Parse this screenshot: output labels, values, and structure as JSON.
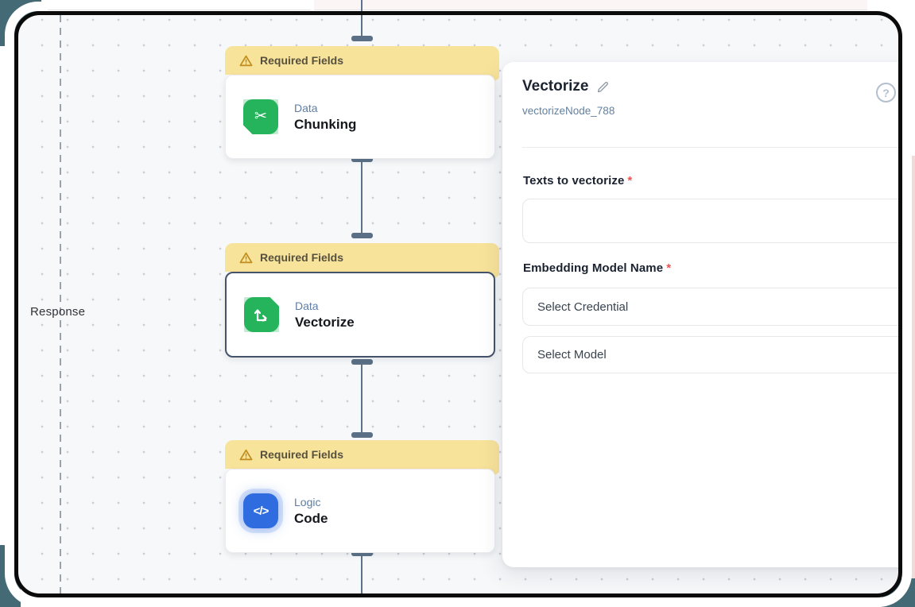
{
  "canvas": {
    "response_label": "Response"
  },
  "nodes": [
    {
      "banner": "Required Fields",
      "category": "Data",
      "title": "Chunking",
      "icon": "scissors-chunk-icon",
      "selected": false
    },
    {
      "banner": "Required Fields",
      "category": "Data",
      "title": "Vectorize",
      "icon": "vector-axes-icon",
      "selected": true
    },
    {
      "banner": "Required Fields",
      "category": "Logic",
      "title": "Code",
      "icon": "code-brackets-icon",
      "selected": false
    }
  ],
  "panel": {
    "title": "Vectorize",
    "node_id": "vectorizeNode_788",
    "help_glyph": "?",
    "required_marker": "*",
    "fields": [
      {
        "label": "Texts to vectorize",
        "value": ""
      },
      {
        "label": "Embedding Model Name"
      }
    ],
    "credential_placeholder": "Select Credential",
    "model_placeholder": "Select Model"
  },
  "icons": {
    "scissors_glyph": "✂",
    "code_glyph": "</>"
  },
  "colors": {
    "banner_yellow": "#f8e39a",
    "warning_gold": "#c08c1f",
    "node_green": "#25b45c",
    "node_blue": "#2f6ce0",
    "wire_slate": "#5e7389",
    "selected_border": "#44536a",
    "category_blue": "#5d7ea6",
    "required_red": "#f05252",
    "accent_teal": "#446b75",
    "accent_pink": "#f2dadb"
  }
}
